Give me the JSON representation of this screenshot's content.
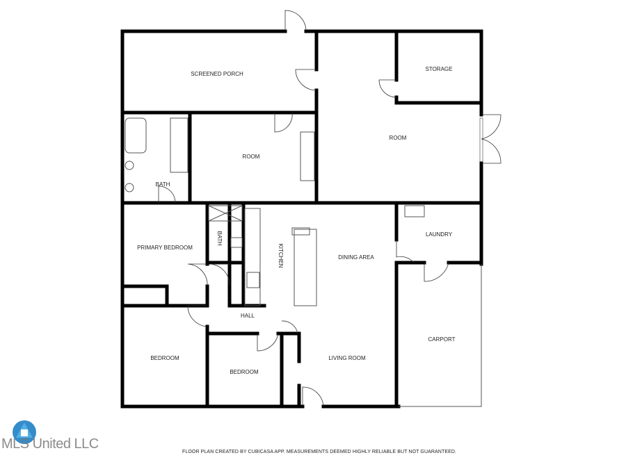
{
  "rooms": {
    "screened_porch": "SCREENED PORCH",
    "storage": "STORAGE",
    "room_upper_right": "ROOM",
    "room_center": "ROOM",
    "bath_upper": "BATH",
    "primary_bedroom": "PRIMARY BEDROOM",
    "bath_center": "BATH",
    "kitchen": "KITCHEN",
    "dining_area": "DINING AREA",
    "laundry": "LAUNDRY",
    "hall": "HALL",
    "carport": "CARPORT",
    "bedroom_left": "BEDROOM",
    "bedroom_center": "BEDROOM",
    "living_room": "LIVING ROOM"
  },
  "footer": "FLOOR PLAN CREATED BY CUBICASA APP. MEASUREMENTS DEEMED HIGHLY RELIABLE BUT NOT GUARANTEED.",
  "watermark": {
    "text": "MLS United LLC",
    "color": "#1f7fc4"
  }
}
